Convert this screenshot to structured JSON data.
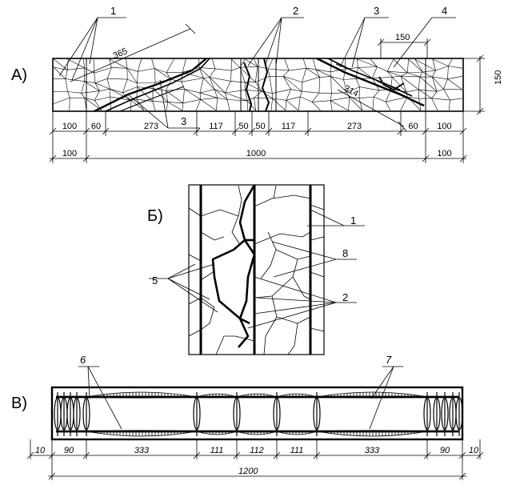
{
  "panels": {
    "a": {
      "label": "А)",
      "leaders": [
        "1",
        "2",
        "3",
        "4"
      ],
      "bottom_leader": "3",
      "dim_365": "365",
      "dim_314": "314",
      "dim_150_top": "150",
      "dim_150_side": "150",
      "dims_row1": [
        "100",
        "60",
        "273",
        "117",
        "50",
        "50",
        "117",
        "273",
        "60",
        "100"
      ],
      "dims_row2": [
        "100",
        "1000",
        "100"
      ]
    },
    "b": {
      "label": "Б)",
      "leaders": [
        "1",
        "8",
        "5",
        "2"
      ]
    },
    "v": {
      "label": "В)",
      "leaders": [
        "6",
        "7"
      ],
      "dims_row": [
        "10",
        "90",
        "333",
        "111",
        "112",
        "111",
        "333",
        "90",
        "10"
      ],
      "total": "1200"
    }
  }
}
